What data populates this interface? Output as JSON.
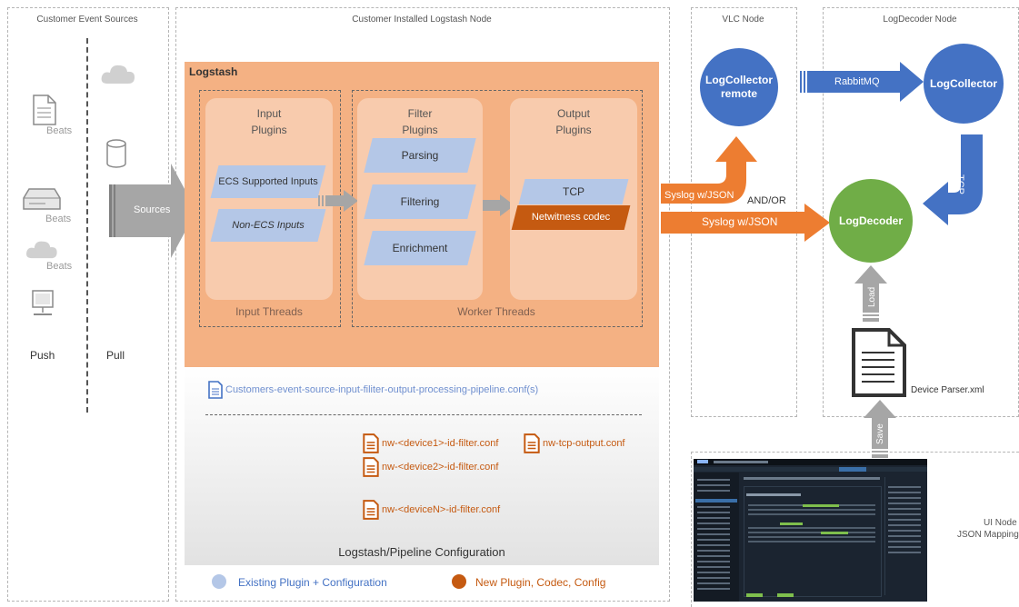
{
  "sections": {
    "customer_event_sources": "Customer Event Sources",
    "logstash_node": "Customer Installed Logstash Node",
    "vlc_node": "VLC Node",
    "logdecoder_node": "LogDecoder Node",
    "ui_node_line1": "UI Node",
    "ui_node_line2": "JSON Mapping"
  },
  "sources": {
    "beats_1": "Beats",
    "beats_2": "Beats",
    "beats_3": "Beats",
    "push": "Push",
    "pull": "Pull",
    "sources_arrow": "Sources"
  },
  "logstash": {
    "title": "Logstash",
    "input_plugins": "Input\nPlugins",
    "ecs_inputs": "ECS Supported Inputs",
    "non_ecs_inputs": "Non-ECS Inputs",
    "input_threads": "Input Threads",
    "filter_plugins": "Filter\nPlugins",
    "parsing": "Parsing",
    "filtering": "Filtering",
    "enrichment": "Enrichment",
    "output_plugins": "Output\nPlugins",
    "tcp": "TCP",
    "netwitness_codec": "Netwitness codec",
    "worker_threads": "Worker Threads"
  },
  "config": {
    "pipeline_file": "Customers-event-source-input-filiter-output-processing-pipeline.conf(s)",
    "file1": "nw-<device1>-id-filter.conf",
    "file2": "nw-<device2>-id-filter.conf",
    "fileN": "nw-<deviceN>-id-filter.conf",
    "tcp_output_file": "nw-tcp-output.conf",
    "title": "Logstash/Pipeline Configuration"
  },
  "flows": {
    "syslog_1": "Syslog w/JSON",
    "and_or": "AND/OR",
    "syslog_2": "Syslog w/JSON",
    "rabbitmq": "RabbitMQ",
    "tcp": "TCP",
    "load": "Load",
    "save": "Save"
  },
  "nodes": {
    "logcollector_remote": "LogCollector\nremote",
    "logcollector": "LogCollector",
    "logdecoder": "LogDecoder",
    "device_parser": "Device Parser.xml"
  },
  "legend": {
    "existing": "Existing Plugin + Configuration",
    "new": "New Plugin, Codec, Config"
  },
  "colors": {
    "logstash_bg": "#f4b183",
    "inner_panel": "#f8cbad",
    "plugin_blue": "#b4c7e7",
    "codec_orange": "#c55a11",
    "node_blue": "#4472c4",
    "node_green": "#70ad47",
    "arrow_orange": "#ed7d31",
    "arrow_gray": "#a6a6a6",
    "file_blue": "#4472c4",
    "file_orange": "#c55a11"
  }
}
